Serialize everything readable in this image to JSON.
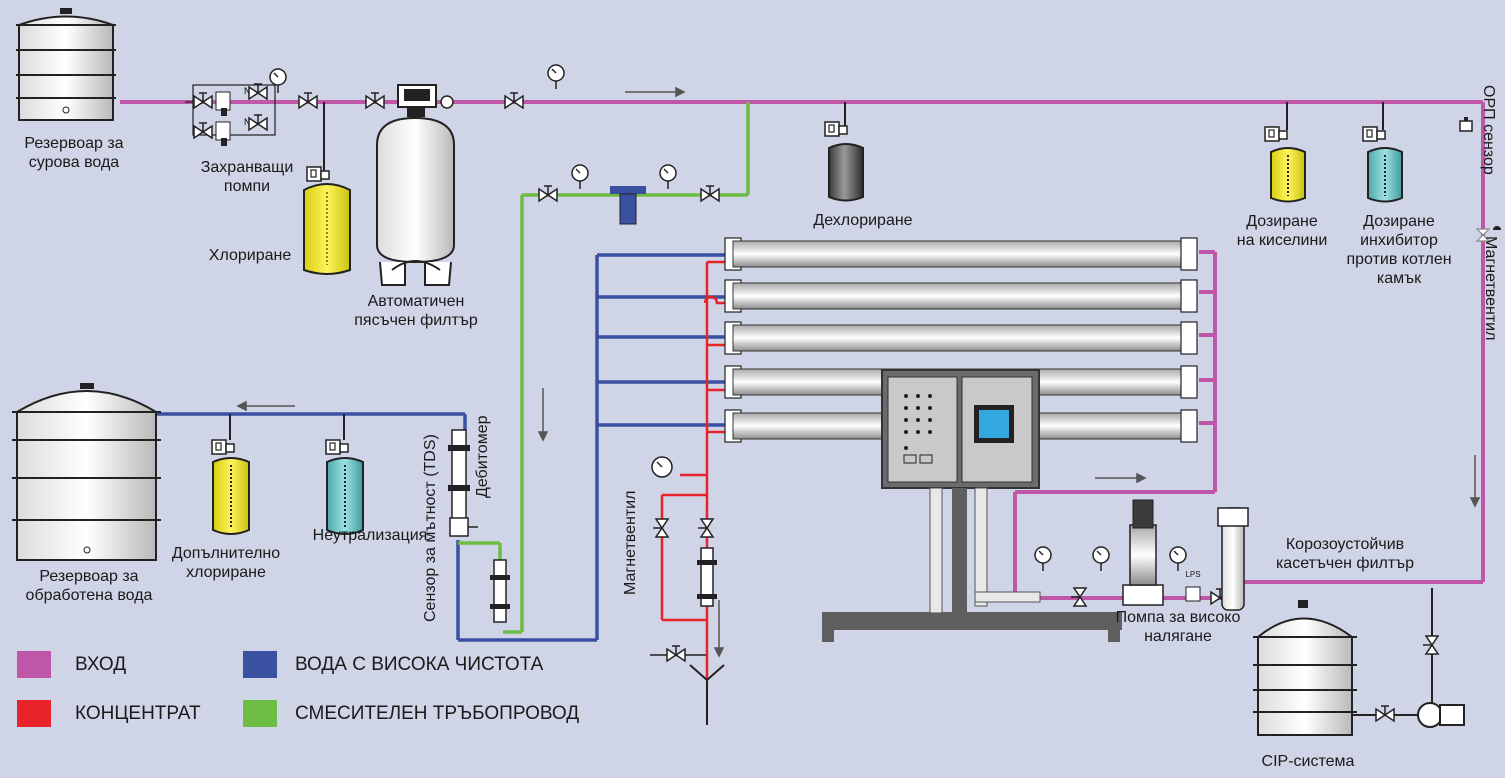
{
  "colors": {
    "background": "#cfd4e6",
    "inlet": "#bf56a7",
    "concentrate": "#e8232a",
    "permeate": "#3a50a0",
    "blend": "#6dbd45",
    "chlorine_tank": "#f2ec27",
    "blue_tank": "#6cc6c8",
    "equipment_grey": "#5f5f5f"
  },
  "labels": {
    "raw_water_tank": "Резервоар за\nсурова вода",
    "feed_pumps": "Захранващи\nпомпи",
    "chlorination": "Хлориране",
    "sand_filter": "Автоматичен\nпясъчен филтър",
    "dechlorination": "Дехлориране",
    "acid_dosing": "Дозиране\nна киселини",
    "antiscalant_dosing": "Дозиране\nинхибитор\nпротив котлен\nкамък",
    "orp_sensor": "ОРП сензор",
    "solenoid_valve_right": "Магнетвентил",
    "treated_water_tank": "Резервоар за\nобработена вода",
    "post_chlorination": "Допълнително\nхлориране",
    "neutralization": "Неутрализация",
    "tds_sensor": "Сензор за мътност (TDS)",
    "flowmeter": "Дебитомер",
    "solenoid_valve_left": "Магнетвентил",
    "cartridge_filter": "Корозоустойчив\nкасетъчен филтър",
    "hp_pump": "Помпа за високо\nналягане",
    "cip_system": "CIP-система",
    "lps": "LPS"
  },
  "legend": [
    {
      "label": "ВХОД",
      "color": "#bf56a7"
    },
    {
      "label": "ВОДА С ВИСОКА ЧИСТОТА",
      "color": "#3a50a0"
    },
    {
      "label": "КОНЦЕНТРАТ",
      "color": "#e8232a"
    },
    {
      "label": "СМЕСИТЕЛЕН ТРЪБОПРОВОД",
      "color": "#6dbd45"
    }
  ]
}
